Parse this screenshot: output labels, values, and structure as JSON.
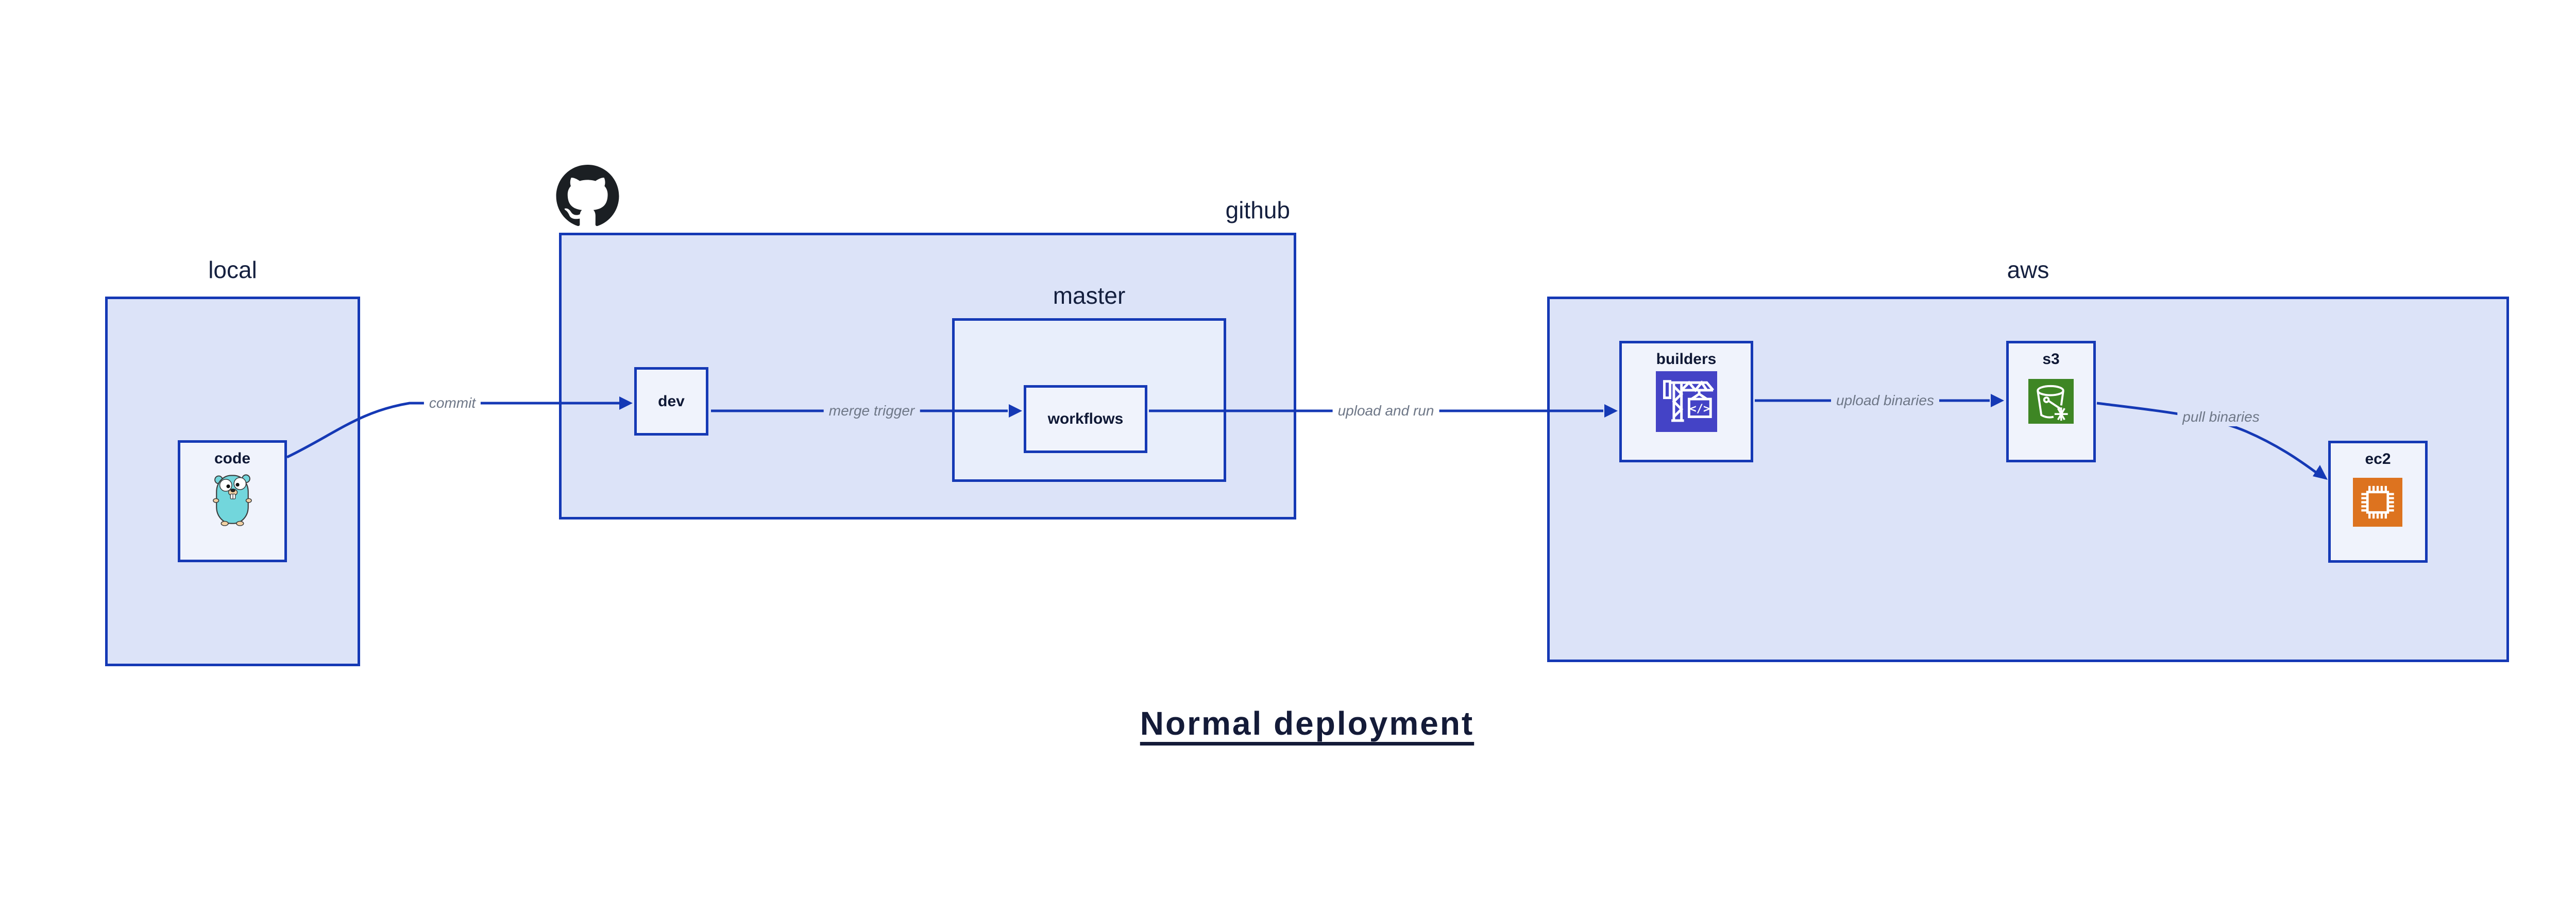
{
  "title": {
    "text": "Normal deployment"
  },
  "containers": {
    "local": {
      "label": "local"
    },
    "github": {
      "label": "github"
    },
    "master": {
      "label": "master"
    },
    "aws": {
      "label": "aws"
    }
  },
  "nodes": {
    "code": {
      "label": "code"
    },
    "dev": {
      "label": "dev"
    },
    "workflows": {
      "label": "workflows"
    },
    "builders": {
      "label": "builders"
    },
    "s3": {
      "label": "s3"
    },
    "ec2": {
      "label": "ec2"
    }
  },
  "edges": {
    "commit": {
      "label": "commit",
      "from": "code",
      "to": "dev"
    },
    "merge_trigger": {
      "label": "merge trigger",
      "from": "dev",
      "to": "workflows"
    },
    "upload_and_run": {
      "label": "upload and run",
      "from": "workflows",
      "to": "builders"
    },
    "upload_binaries": {
      "label": "upload binaries",
      "from": "builders",
      "to": "s3"
    },
    "pull_binaries": {
      "label": "pull binaries",
      "from": "s3",
      "to": "ec2"
    }
  },
  "icons": {
    "github": "github-octocat-icon",
    "code": "go-gopher-icon",
    "builders": "crane-build-icon",
    "builders_code_glyph": "</>",
    "s3": "bucket-icon",
    "ec2": "chip-icon"
  },
  "colors": {
    "background": "#ffffff",
    "container_fill": "#dce3f8",
    "master_fill": "#e8eefb",
    "node_fill": "#f0f3fc",
    "border_and_arrow_blue": "#1539b5",
    "container_label_text": "#15203f",
    "node_label_text": "#0f1835",
    "edge_label_gray": "#6e7787",
    "title_text": "#141b38",
    "builders_icon_bg": "#4443c6",
    "s3_icon_bg": "#3e8624",
    "ec2_icon_bg": "#dd731f",
    "gopher_teal": "#72d6dc",
    "github_mark": "#1b1f23"
  }
}
